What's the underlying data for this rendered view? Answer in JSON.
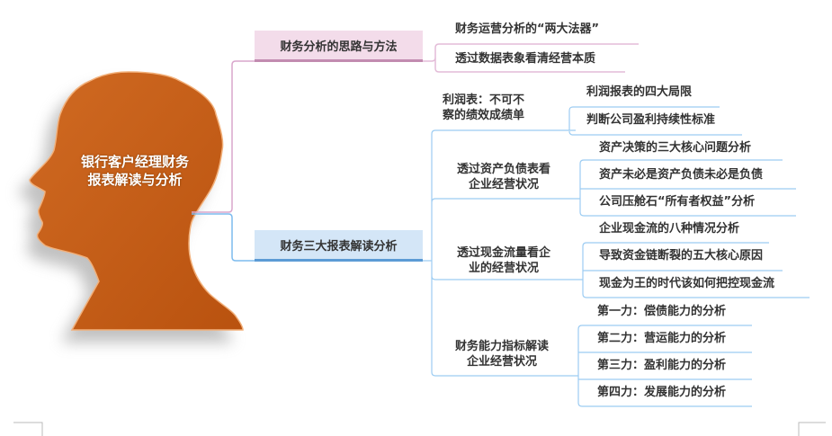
{
  "root": {
    "line1": "银行客户经理财务",
    "line2": "报表解读与分析"
  },
  "branches": [
    {
      "label": "财务分析的思路与方法",
      "children": [
        {
          "label": "财务运营分析的“两大法器”"
        },
        {
          "label": "透过数据表象看清经营本质"
        }
      ]
    },
    {
      "label": "财务三大报表解读分析",
      "children": [
        {
          "line1": "利润表：不可不",
          "line2": "察的绩效成绩单",
          "children": [
            "利润报表的四大局限",
            "判断公司盈利持续性标准"
          ]
        },
        {
          "line1": "透过资产负债表看",
          "line2": "企业经营状况",
          "children": [
            "资产决策的三大核心问题分析",
            "资产未必是资产负债未必是负债",
            "公司压舱石“所有者权益”分析"
          ]
        },
        {
          "line1": "透过现金流量看企",
          "line2": "业的经营状况",
          "children": [
            "企业现金流的八种情况分析",
            "导致资金链断裂的五大核心原因",
            "现金为王的时代该如何把控现金流"
          ]
        },
        {
          "line1": "财务能力指标解读",
          "line2": "企业经营状况",
          "children": [
            "第一力：偿债能力的分析",
            "第二力：营运能力的分析",
            "第三力：盈利能力的分析",
            "第四力：发展能力的分析"
          ]
        }
      ]
    }
  ],
  "colors": {
    "head": "#c25a14",
    "pink": "#d9a6cc",
    "blue": "#7dbbee"
  }
}
